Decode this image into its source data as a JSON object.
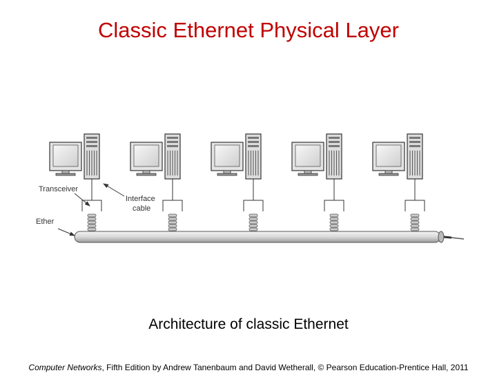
{
  "slide": {
    "title": "Classic Ethernet Physical Layer",
    "caption": "Architecture of classic Ethernet",
    "citation": {
      "book": "Computer Networks",
      "rest": ", Fifth Edition by Andrew Tanenbaum and David Wetherall, © Pearson Education-Prentice Hall, 2011"
    }
  },
  "diagram": {
    "labels": {
      "transceiver": "Transceiver",
      "interface_line1": "Interface",
      "interface_line2": "cable",
      "ether": "Ether"
    },
    "station_count": 5
  },
  "colors": {
    "title": "#c00000",
    "line": "#333333"
  }
}
